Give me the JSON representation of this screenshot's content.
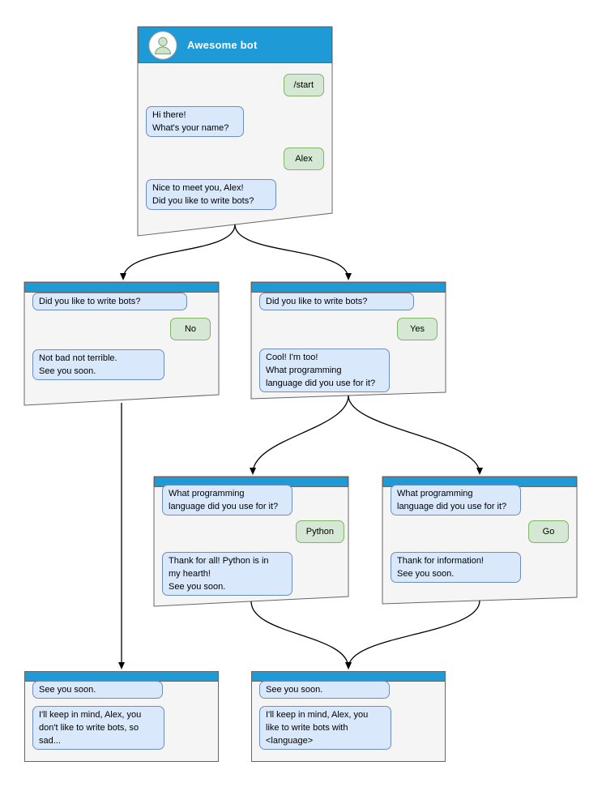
{
  "windows": {
    "root": {
      "title": "Awesome bot",
      "messages": {
        "start": "/start",
        "hi": "Hi there!\nWhat's your name?",
        "alex": "Alex",
        "nice": "Nice to meet you, Alex!\nDid you like to write bots?"
      }
    },
    "no_branch": {
      "question": "Did you like to write bots?",
      "answer": "No",
      "reply": "Not bad not terrible.\nSee you soon."
    },
    "yes_branch": {
      "question": "Did you like to write bots?",
      "answer": "Yes",
      "reply": "Cool! I'm too!\nWhat programming\nlanguage did you use for it?"
    },
    "python_branch": {
      "question": "What programming\nlanguage did you use for it?",
      "answer": "Python",
      "reply": "Thank for all! Python is in\nmy hearth!\nSee you soon."
    },
    "go_branch": {
      "question": "What programming\nlanguage did you use for it?",
      "answer": "Go",
      "reply": "Thank for information!\nSee you soon."
    },
    "end_no": {
      "message1": "See you soon.",
      "message2": "I'll keep in mind, Alex, you\ndon't like to write bots, so\nsad..."
    },
    "end_yes": {
      "message1": "See you soon.",
      "message2": "I'll keep in mind, Alex, you\nlike to write bots with\n<language>"
    }
  },
  "colors": {
    "header_blue": "#1e9bd7",
    "bot_bubble_fill": "#dae8fc",
    "bot_bubble_border": "#6c8ebf",
    "user_bubble_fill": "#d5e8d4",
    "user_bubble_border": "#82b366",
    "window_fill": "#f5f5f5",
    "window_border": "#666666",
    "connector": "#000000"
  }
}
